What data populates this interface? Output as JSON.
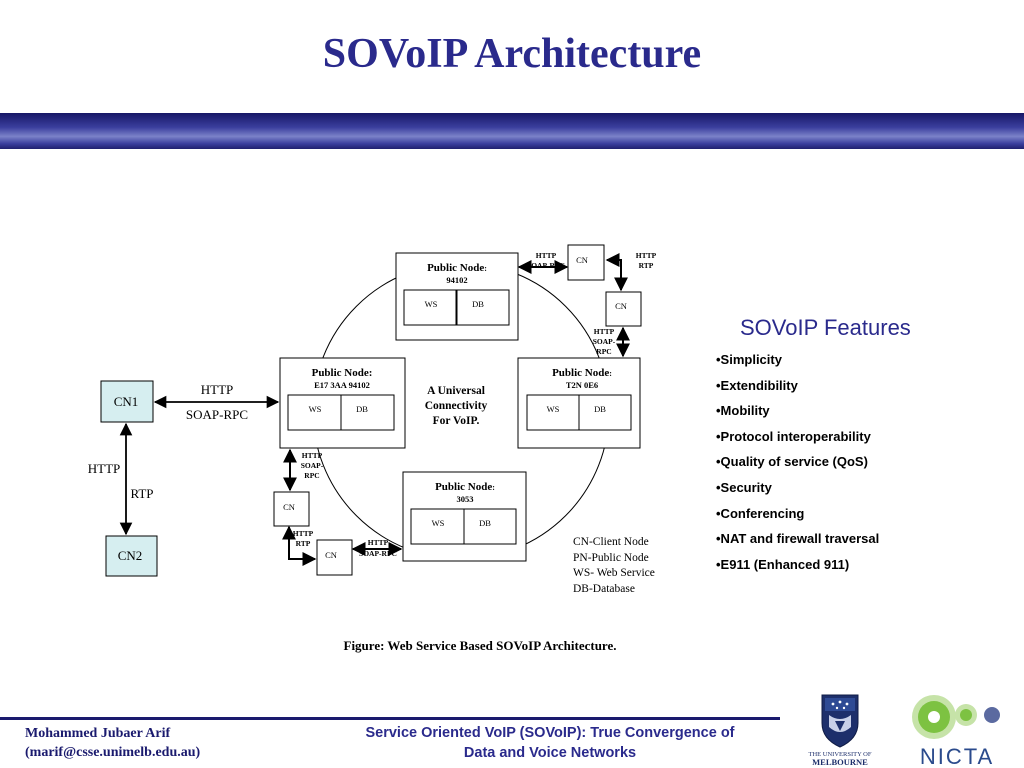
{
  "slide": {
    "title": "SOVoIP Architecture"
  },
  "diagram": {
    "nodes": {
      "top": {
        "title": "Public Node",
        "title_suffix": ":",
        "id": "94102",
        "ws": "WS",
        "db": "DB"
      },
      "left": {
        "title": "Public Node:",
        "id": "E17 3AA 94102",
        "ws": "WS",
        "db": "DB"
      },
      "right": {
        "title": "Public Node",
        "title_suffix": ":",
        "id": "T2N 0E6",
        "ws": "WS",
        "db": "DB"
      },
      "bottom": {
        "title": "Public Node",
        "title_suffix": ":",
        "id": "3053",
        "ws": "WS",
        "db": "DB"
      }
    },
    "center_text": [
      "A Universal",
      "Connectivity",
      "For VoIP."
    ],
    "cn_label": "CN",
    "protocols": {
      "http": "HTTP",
      "soap_rpc": "SOAP-RPC",
      "soap_dash": "SOAP-",
      "rpc": "RPC",
      "rtp": "RTP"
    },
    "clients": {
      "cn1": "CN1",
      "cn2": "CN2"
    }
  },
  "features": {
    "title": "SOVoIP Features",
    "items": [
      "•Simplicity",
      "•Extendibility",
      "•Mobility",
      "•Protocol interoperability",
      "•Quality of service (QoS)",
      "•Security",
      "•Conferencing",
      "•NAT and firewall traversal",
      "•E911 (Enhanced 911)"
    ]
  },
  "legend": [
    "CN-Client Node",
    "PN-Public Node",
    "WS- Web Service",
    "DB-Database"
  ],
  "caption": "Figure: Web Service Based SOVoIP Architecture.",
  "footer": {
    "author": "Mohammed Jubaer Arif",
    "email": "(marif@csse.unimelb.edu.au)",
    "title_line1": "Service Oriented VoIP (SOVoIP): True Convergence of",
    "title_line2": "Data and Voice Networks",
    "melbourne_text1": "THE UNIVERSITY OF",
    "melbourne_text2": "MELBOURNE",
    "nicta_text": "NICTA"
  },
  "colors": {
    "title": "#2a2a8c",
    "band": "#2b2f8a",
    "client_box": "#d6eef0",
    "nicta_green": "#7dc242"
  }
}
